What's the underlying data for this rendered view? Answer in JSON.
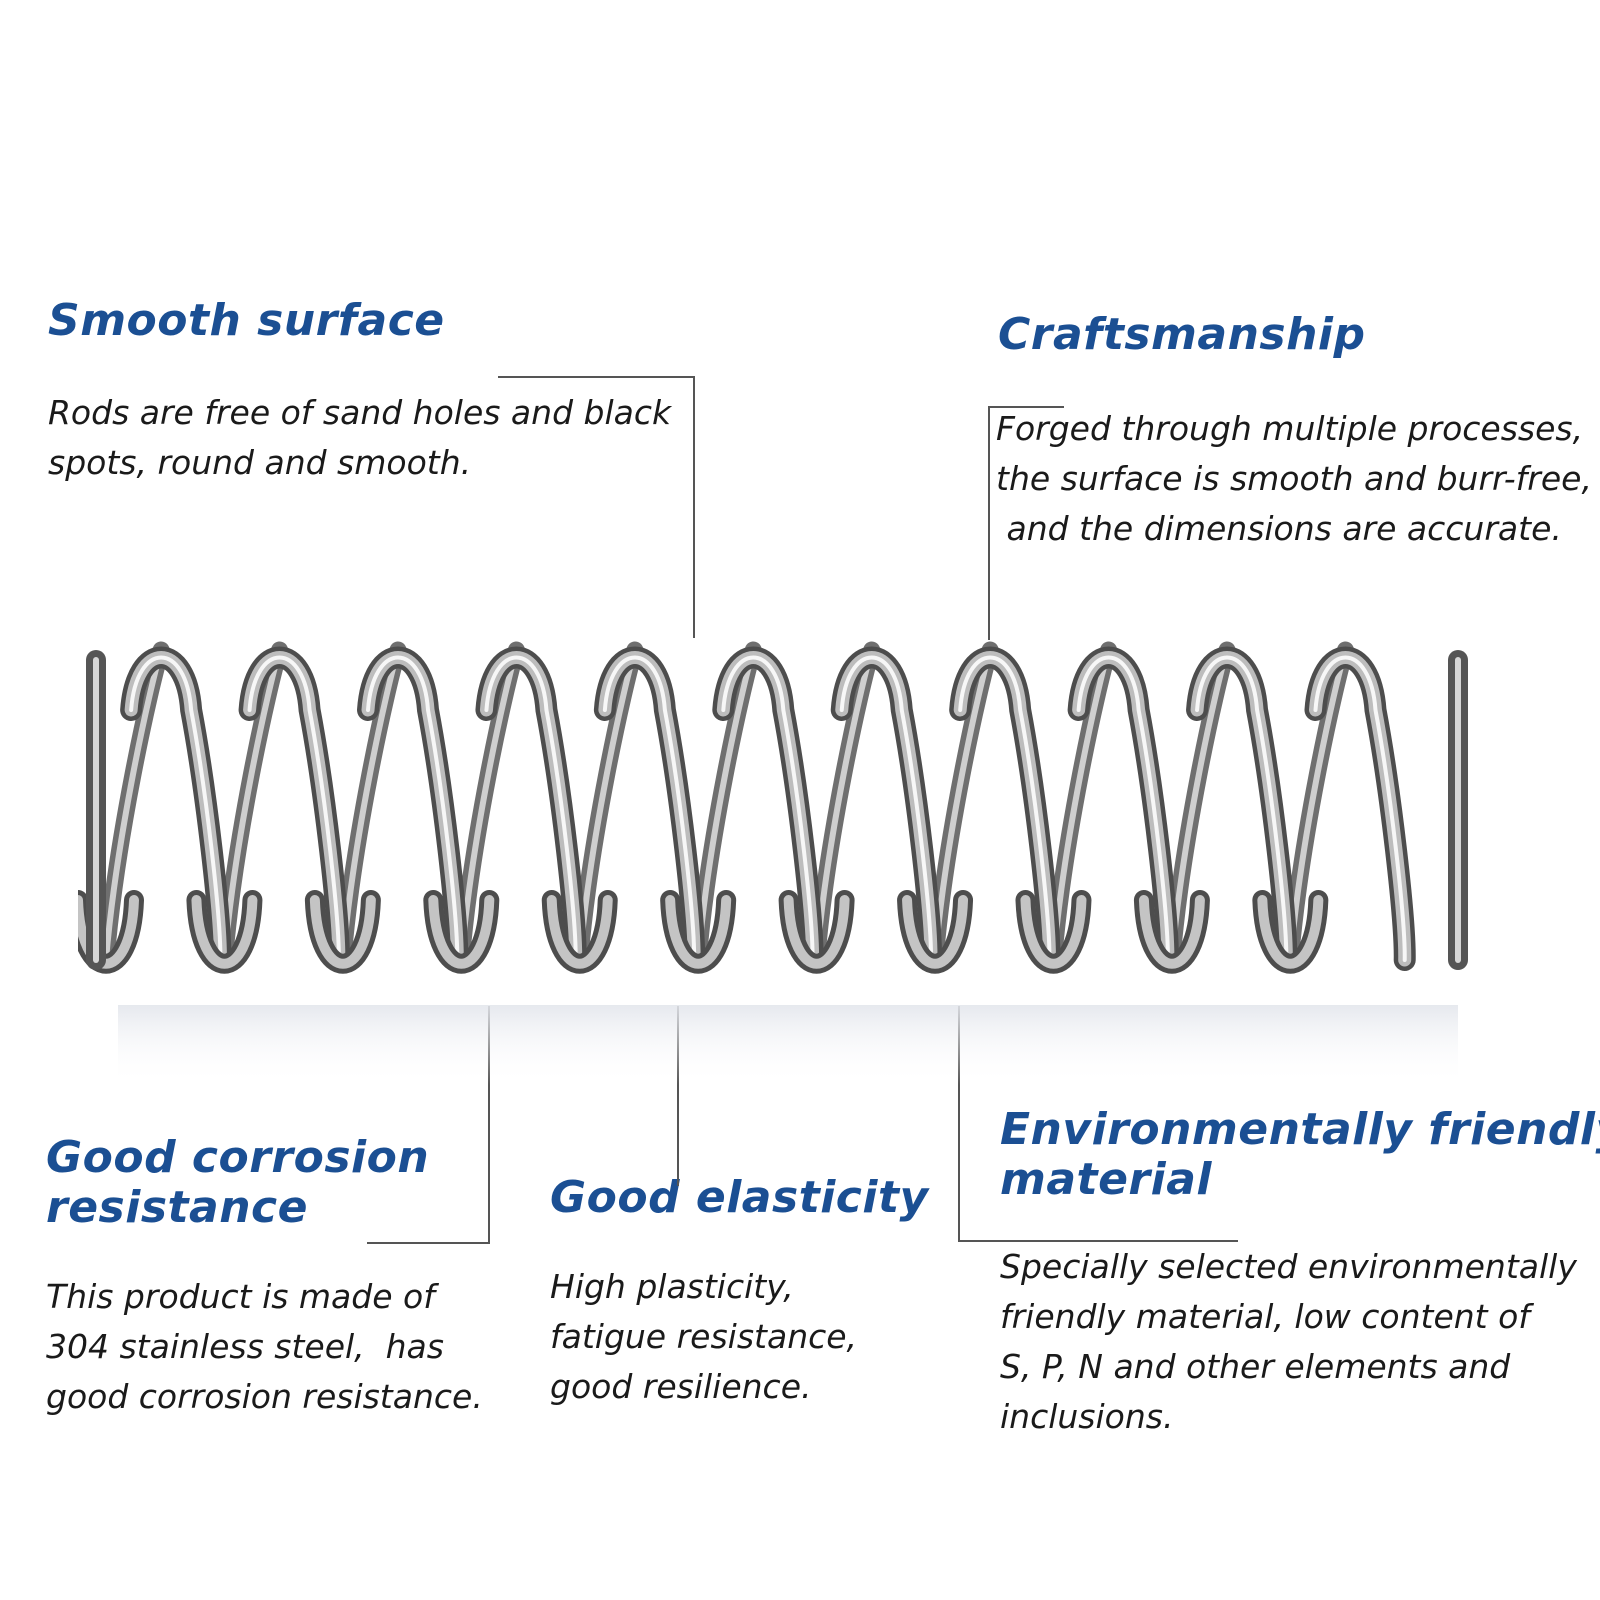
{
  "features": [
    {
      "title": "Smooth surface",
      "description": "Rods are free of sand holes and black\nspots, round and smooth."
    },
    {
      "title": "Craftsmanship",
      "description": "Forged through multiple processes,\nthe surface is smooth and burr-free,\n and the dimensions are accurate."
    },
    {
      "title": "Good corrosion\nresistance",
      "description": "This product is made of\n304 stainless steel,  has\ngood corrosion resistance."
    },
    {
      "title": "Good elasticity",
      "description": "High plasticity,\nfatigue resistance,\ngood resilience."
    },
    {
      "title": "Environmentally friendly\nmaterial",
      "description": "Specially selected environmentally\nfriendly material, low content of\nS, P, N and other elements and\ninclusions."
    }
  ],
  "product": {
    "image": "stainless-steel-compression-spring",
    "coil_count": 11
  },
  "colors": {
    "heading": "#1b4f93",
    "description": "#1a1a1a",
    "leader_line": "#555555"
  }
}
